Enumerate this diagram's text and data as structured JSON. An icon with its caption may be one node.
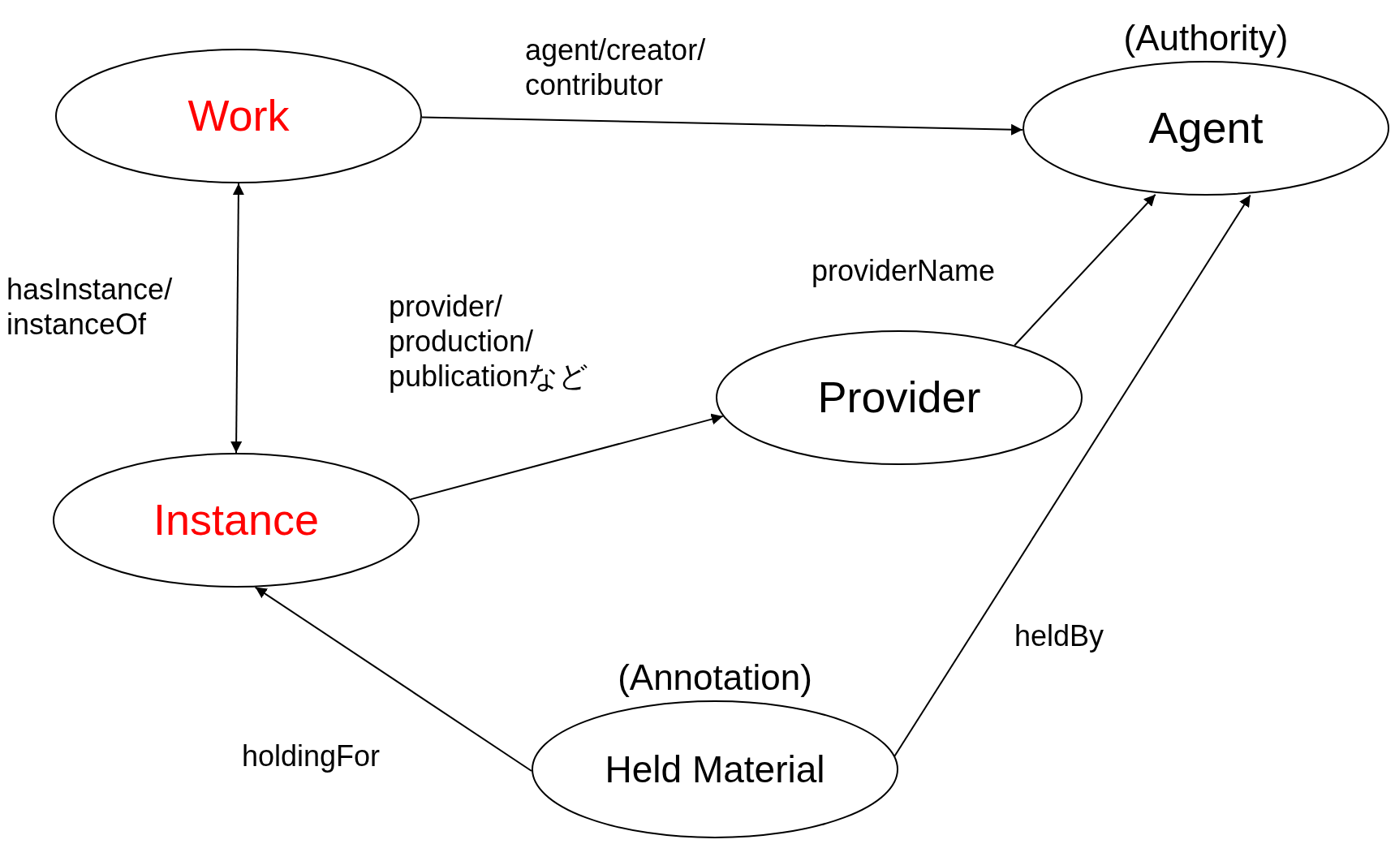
{
  "diagram": {
    "nodes": [
      {
        "text": [
          "Work"
        ]
      },
      {
        "text": [
          "(Authority)",
          "Agent"
        ]
      },
      {
        "text": [
          "Provider"
        ]
      },
      {
        "text": [
          "Instance"
        ]
      },
      {
        "text": [
          "(Annotation)",
          "Held Material"
        ]
      }
    ],
    "edges": [
      {
        "from": 0,
        "to": 1,
        "arrow": "to",
        "label": "agent/creator/ contributor"
      },
      {
        "from": 0,
        "to": 3,
        "arrow": "both",
        "label": "hasInstance/ instanceOf"
      },
      {
        "from": 3,
        "to": 2,
        "arrow": "to",
        "label": "provider/ production/ publicationなど"
      },
      {
        "from": 2,
        "to": 1,
        "arrow": "to",
        "label": "providerName"
      },
      {
        "from": 4,
        "to": 3,
        "arrow": "to",
        "label": "holdingFor"
      },
      {
        "from": 4,
        "to": 1,
        "arrow": "to",
        "label": "heldBy"
      }
    ]
  }
}
